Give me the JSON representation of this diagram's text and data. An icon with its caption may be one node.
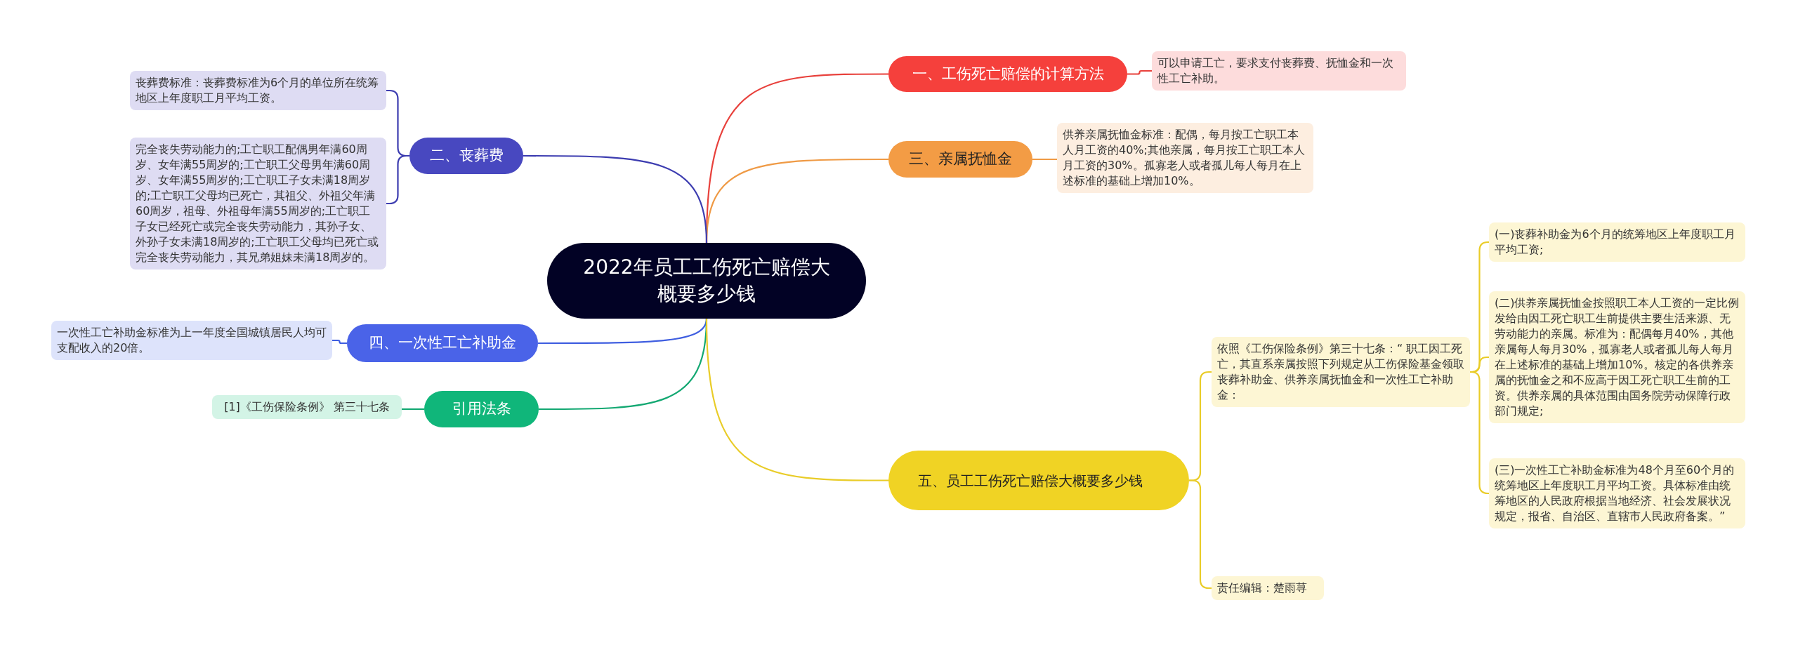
{
  "diagram": {
    "nodes": [
      {
        "text": [
          "2022年员工工伤死亡赔偿大概要多少钱"
        ]
      },
      {
        "text": [
          "一、工伤死亡赔偿的计算方法"
        ]
      },
      {
        "text": [
          "可以申请工亡，要求支付丧葬费、抚恤金和一次性工亡补助。"
        ]
      },
      {
        "text": [
          "三、亲属抚恤金"
        ]
      },
      {
        "text": [
          "供养亲属抚恤金标准：配偶，每月按工亡职工本人月工资的40%;其他亲属，每月按工亡职工本人月工资的30%。孤寡老人或者孤儿每人每月在上述标准的基础上增加10%。"
        ]
      },
      {
        "text": [
          "二、丧葬费"
        ]
      },
      {
        "text": [
          "丧葬费标准：丧葬费标准为6个月的单位所在统筹地区上年度职工月平均工资。"
        ]
      },
      {
        "text": [
          "完全丧失劳动能力的;工亡职工配偶男年满60周岁、女年满55周岁的;工亡职工父母男年满60周岁、女年满55周岁的;工亡职工子女未满18周岁的;工亡职工父母均已死亡，其祖父、外祖父年满60周岁，祖母、外祖母年满55周岁的;工亡职工子女已经死亡或完全丧失劳动能力，其孙子女、外孙子女未满18周岁的;工亡职工父母均已死亡或完全丧失劳动能力，其兄弟姐妹未满18周岁的。"
        ]
      },
      {
        "text": [
          "四、一次性工亡补助金"
        ]
      },
      {
        "text": [
          "一次性工亡补助金标准为上一年度全国城镇居民人均可支配收入的20倍。"
        ]
      },
      {
        "text": [
          "引用法条"
        ]
      },
      {
        "text": [
          "[1]《工伤保险条例》 第三十七条"
        ]
      },
      {
        "text": [
          "五、员工工伤死亡赔偿大概要多少钱"
        ]
      },
      {
        "text": [
          "依照《工伤保险条例》第三十七条：“ 职工因工死亡，其直系亲属按照下列规定从工伤保险基金领取丧葬补助金、供养亲属抚恤金和一次性工亡补助金："
        ]
      },
      {
        "text": [
          "(一)丧葬补助金为6个月的统筹地区上年度职工月平均工资;"
        ]
      },
      {
        "text": [
          "(二)供养亲属抚恤金按照职工本人工资的一定比例发给由因工死亡职工生前提供主要生活来源、无劳动能力的亲属。标准为：配偶每月40%，其他亲属每人每月30%，孤寡老人或者孤儿每人每月在上述标准的基础上增加10%。核定的各供养亲属的抚恤金之和不应高于因工死亡职工生前的工资。供养亲属的具体范围由国务院劳动保障行政部门规定;"
        ]
      },
      {
        "text": [
          "(三)一次性工亡补助金标准为48个月至60个月的统筹地区上年度职工月平均工资。具体标准由统筹地区的人民政府根据当地经济、社会发展状况规定，报省、自治区、直辖市人民政府备案。”"
        ]
      },
      {
        "text": [
          "责任编辑：楚雨荨"
        ]
      }
    ],
    "edges": [
      {
        "from": 0,
        "to": 1,
        "arrow": "none",
        "color": "#e8413c"
      },
      {
        "from": 0,
        "to": 3,
        "arrow": "none",
        "color": "#ef9a45"
      },
      {
        "from": 0,
        "to": 5,
        "arrow": "none",
        "color": "#3c3cb0"
      },
      {
        "from": 0,
        "to": 8,
        "arrow": "none",
        "color": "#3f5ee0"
      },
      {
        "from": 0,
        "to": 10,
        "arrow": "none",
        "color": "#13a872"
      },
      {
        "from": 0,
        "to": 12,
        "arrow": "none",
        "color": "#e9cc28"
      },
      {
        "from": 1,
        "to": 2,
        "arrow": "none",
        "color": "#e8413c"
      },
      {
        "from": 3,
        "to": 4,
        "arrow": "none",
        "color": "#ef9a45"
      },
      {
        "from": 5,
        "to": 6,
        "arrow": "none",
        "color": "#3c3cb0"
      },
      {
        "from": 5,
        "to": 7,
        "arrow": "none",
        "color": "#3c3cb0"
      },
      {
        "from": 8,
        "to": 9,
        "arrow": "none",
        "color": "#3f5ee0"
      },
      {
        "from": 10,
        "to": 11,
        "arrow": "none",
        "color": "#13a872"
      },
      {
        "from": 12,
        "to": 13,
        "arrow": "none",
        "color": "#e9cc28"
      },
      {
        "from": 12,
        "to": 17,
        "arrow": "none",
        "color": "#e9cc28"
      },
      {
        "from": 13,
        "to": 14,
        "arrow": "none",
        "color": "#e9cc28"
      },
      {
        "from": 13,
        "to": 15,
        "arrow": "none",
        "color": "#e9cc28"
      },
      {
        "from": 13,
        "to": 16,
        "arrow": "none",
        "color": "#e9cc28"
      }
    ]
  }
}
